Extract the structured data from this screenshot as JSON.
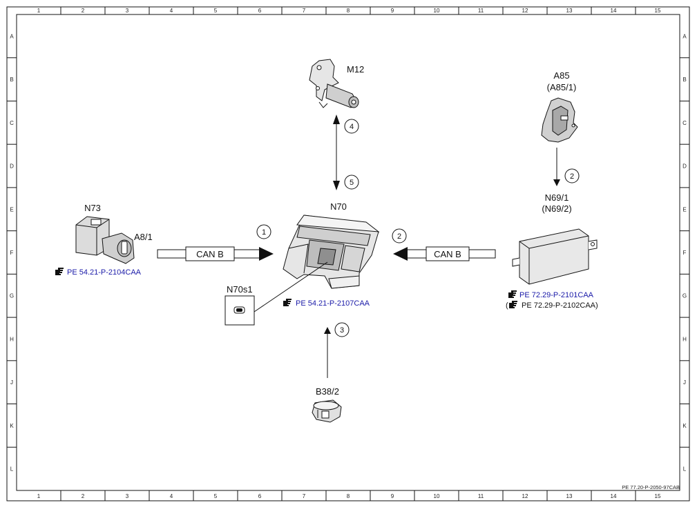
{
  "grid": {
    "columns": [
      "1",
      "2",
      "3",
      "4",
      "5",
      "6",
      "7",
      "8",
      "9",
      "10",
      "11",
      "12",
      "13",
      "14",
      "15"
    ],
    "rows": [
      "A",
      "B",
      "C",
      "D",
      "E",
      "F",
      "G",
      "H",
      "J",
      "K",
      "L"
    ]
  },
  "components": {
    "m12": "M12",
    "a85": "A85",
    "a85_alt": "(A85/1)",
    "n69_1": "N69/1",
    "n69_1_alt": "(N69/2)",
    "n73": "N73",
    "a8_1": "A8/1",
    "n70": "N70",
    "n70s1": "N70s1",
    "b38_2": "B38/2"
  },
  "buses": {
    "left": "CAN B",
    "right": "CAN B"
  },
  "markers": {
    "m1": "1",
    "m2_right": "2",
    "m2_top": "2",
    "m3": "3",
    "m4": "4",
    "m5": "5"
  },
  "references": {
    "n73_ref": "PE 54.21-P-2104CAA",
    "n70_ref": "PE 54.21-P-2107CAA",
    "n69_ref1": "PE 72.29-P-2101CAA",
    "n69_ref2_open": "(",
    "n69_ref2": "PE 72.29-P-2102CAA)"
  },
  "footer": "PE 77.20-P-2050-97CAB",
  "colors": {
    "link": "#1a1aa8",
    "line": "#111111",
    "bus_box": "#ffffff",
    "component_fill": "#d9d9d9"
  },
  "icons": {
    "reference": "pointing-hand-icon"
  }
}
